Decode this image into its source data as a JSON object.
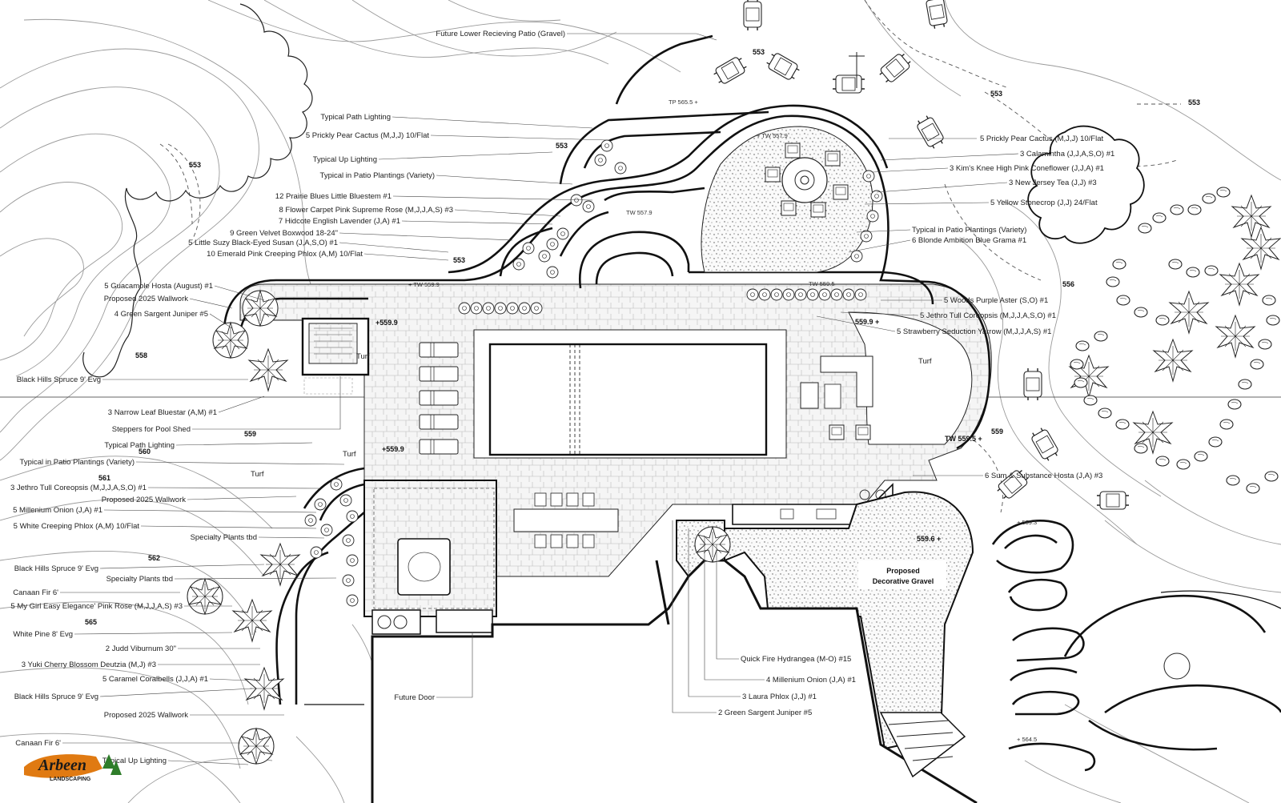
{
  "logo": {
    "brand": "Arbeen",
    "sub": "LANDSCAPING"
  },
  "elevations": {
    "e553_a": "553",
    "e553_b": "553",
    "e553_c": "553",
    "e553_d": "553",
    "e553_e": "553",
    "e556": "556",
    "e558": "558",
    "e559_a": "559",
    "e559_b": "559",
    "e560": "560",
    "e561": "561",
    "e562": "562",
    "e565": "565"
  },
  "spot_elevations": {
    "pool_ne": "559.9 +",
    "pool_nw": "+559.9",
    "pool_w": "+559.9",
    "tw_e": "TW 559.5 +",
    "gravel": "559.6 +",
    "tw_rear": "TW 559.5",
    "tp_1": "TP 565.5 +",
    "tw_2": "+ TW 557.9",
    "tw_3": "TW 557.9",
    "tw_4": "+ TW 559.9",
    "rw_1": "+ 559.3",
    "rw_2": "+ 564.5"
  },
  "zone_labels": {
    "turf_1": "Turf",
    "turf_2": "Turf",
    "turf_3": "Turf",
    "turf_4": "Turf",
    "gravel_1": "Proposed",
    "gravel_2": "Decorative Gravel"
  },
  "callouts_left": [
    "Future Lower Recieving Patio (Gravel)",
    "Typical Path Lighting",
    "5 Prickly Pear Cactus (M,J,J) 10/Flat",
    "Typical Up Lighting",
    "Typical in Patio Plantings (Variety)",
    "12 Prairie Blues Little Bluestem #1",
    "8 Flower Carpet Pink Supreme Rose (M,J,J,A,S) #3",
    "7 Hidcote English Lavender (J,A) #1",
    "9 Green Velvet Boxwood 18-24\"",
    "5 Little Suzy Black-Eyed Susan (J,A,S,O) #1",
    "10 Emerald Pink Creeping Phlox (A,M) 10/Flat",
    "5 Guacamole Hosta (August) #1",
    "Proposed 2025 Wallwork",
    "4 Green Sargent Juniper #5",
    "Black Hills Spruce 9' Evg",
    "3 Narrow Leaf Bluestar (A,M) #1",
    "Steppers for Pool Shed",
    "Typical Path Lighting",
    "Typical in Patio Plantings (Variety)",
    "3 Jethro Tull Coreopsis (M,J,J,A,S,O) #1",
    "Proposed 2025 Wallwork",
    "5 Millenium Onion (J,A) #1",
    "5 White Creeping Phlox (A,M) 10/Flat",
    "Specialty Plants tbd",
    "Black Hills Spruce 9' Evg",
    "Specialty Plants tbd",
    "Canaan Fir 6'",
    "5 My Girl Easy Elegance' Pink Rose (M,J,J,A,S) #3",
    "White Pine 8' Evg",
    "2 Judd Viburnum 30\"",
    "3 Yuki Cherry Blossom Deutzia (M,J) #3",
    "5 Caramel Coralbells (J,J,A) #1",
    "Black Hills Spruce 9' Evg",
    "Proposed 2025 Wallwork",
    "Canaan Fir 6'",
    "Typical Up Lighting",
    "Future Door"
  ],
  "callouts_right": [
    "5 Prickly Pear Cactus (M,J,J) 10/Flat",
    "3 Calamintha (J,J,A,S,O) #1",
    "3 Kim's Knee High Pink Coneflower (J,J,A) #1",
    "3 New Jersey Tea (J,J) #3",
    "5 Yellow Stonecrop (J,J) 24/Flat",
    "Typical in Patio Plantings (Variety)",
    "6 Blonde Ambition Blue Grama #1",
    "5 Woods Purple Aster (S,O) #1",
    "5 Jethro Tull Coreopsis (M,J,J,A,S,O) #1",
    "5 Strawberry Seduction Yarrow (M,J,J,A,S) #1",
    "6 Sum & Substance Hosta (J,A) #3",
    "Quick Fire Hydrangea (M-O) #15",
    "4 Millenium Onion (J,A) #1",
    "3 Laura Phlox (J,J) #1",
    "2 Green Sargent Juniper #5"
  ],
  "colors": {
    "ink": "#111111",
    "logo_orange": "#e07a12",
    "logo_green": "#2f7d2a"
  },
  "icons": [
    "tree-symbol-icon",
    "shrub-symbol-icon",
    "vehicle-icon",
    "lounge-chair-icon",
    "dining-table-icon",
    "pool-icon",
    "spa-icon",
    "fire-pit-icon"
  ]
}
